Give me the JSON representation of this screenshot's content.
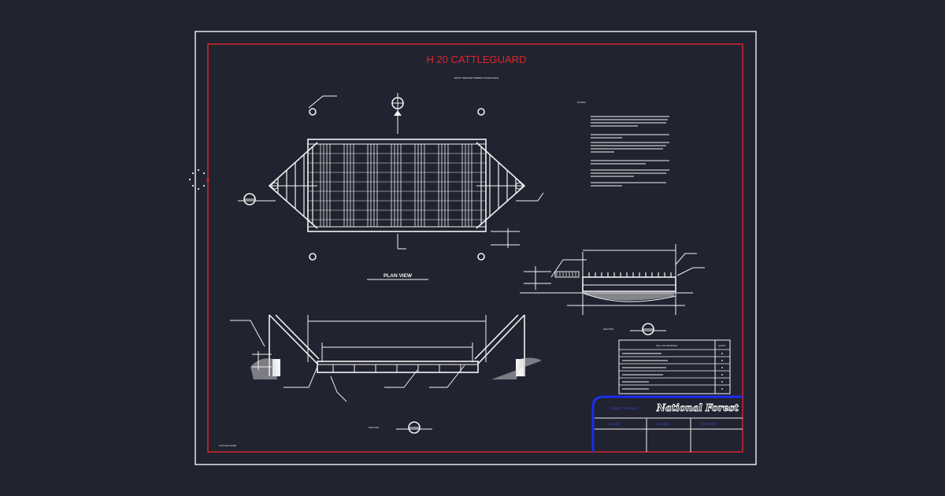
{
  "drawing": {
    "title": "H 20  CATTLEGUARD",
    "subtitle": "(WITH TREATED TIMBER FOUNDATION)",
    "notes_heading": "NOTES",
    "plan_view_label": "PLAN VIEW",
    "section_label_1": "SECTION",
    "section_label_2": "SECTION",
    "bom_heading": "BILL OF MATERIAL",
    "bom_qty_heading": "QUAN.",
    "file_name": "CATTLEGUARD",
    "title_block": {
      "dept_label": "FOREST SERVICE",
      "forest_name": "National  Forest",
      "cell_1": "DRAWN",
      "cell_2": "CHECKED",
      "cell_3": "APPROVED"
    }
  },
  "colors": {
    "background": "#212330",
    "outer_border": "#f2f2f2",
    "inner_border": "#e0242b",
    "title": "#e0242b",
    "title_block_frame": "#1b2ff0",
    "linework": "#f2f2f2"
  }
}
